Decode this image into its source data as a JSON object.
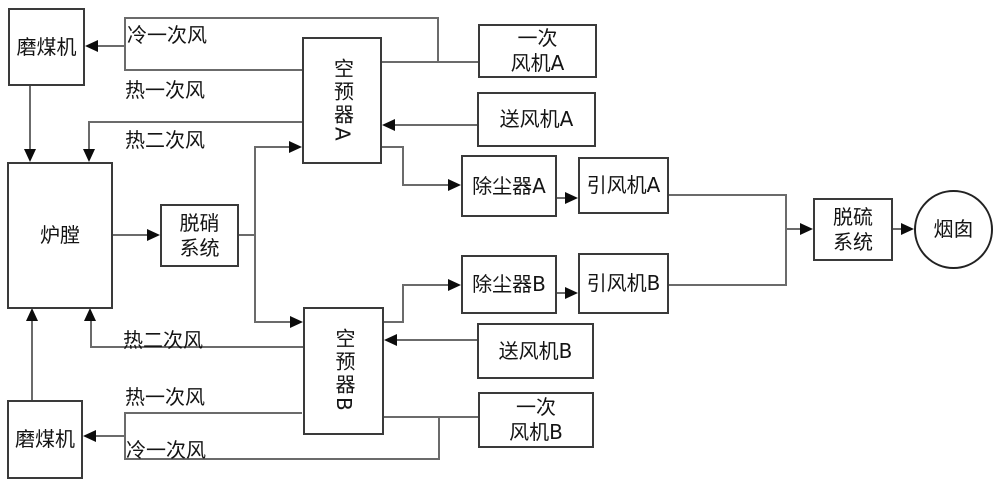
{
  "nodes": {
    "mill_top": {
      "label": "磨煤机"
    },
    "furnace": {
      "label": "炉膛"
    },
    "mill_bottom": {
      "label": "磨煤机"
    },
    "denox": {
      "label": "脱硝",
      "label2": "系统"
    },
    "aph_a": {
      "label": "空预器A"
    },
    "aph_b": {
      "label": "空预器B"
    },
    "paf_a": {
      "label": "一次",
      "label2": "风机A"
    },
    "fdf_a": {
      "label": "送风机A"
    },
    "esp_a": {
      "label": "除尘器A"
    },
    "idf_a": {
      "label": "引风机A"
    },
    "esp_b": {
      "label": "除尘器B"
    },
    "idf_b": {
      "label": "引风机B"
    },
    "fdf_b": {
      "label": "送风机B"
    },
    "paf_b": {
      "label": "一次",
      "label2": "风机B"
    },
    "fgd": {
      "label": "脱硫",
      "label2": "系统"
    },
    "stack": {
      "label": "烟囱"
    }
  },
  "flow_labels": {
    "cold_primary_a": "冷一次风",
    "hot_primary_a": "热一次风",
    "hot_secondary_a": "热二次风",
    "hot_secondary_b": "热二次风",
    "hot_primary_b": "热一次风",
    "cold_primary_b": "冷一次风"
  },
  "colors": {
    "background": "#ffffff",
    "box_border": "#3a3a3a",
    "line": "#6b6b6b",
    "arrow": "#0c0c0c",
    "text": "#141414"
  }
}
